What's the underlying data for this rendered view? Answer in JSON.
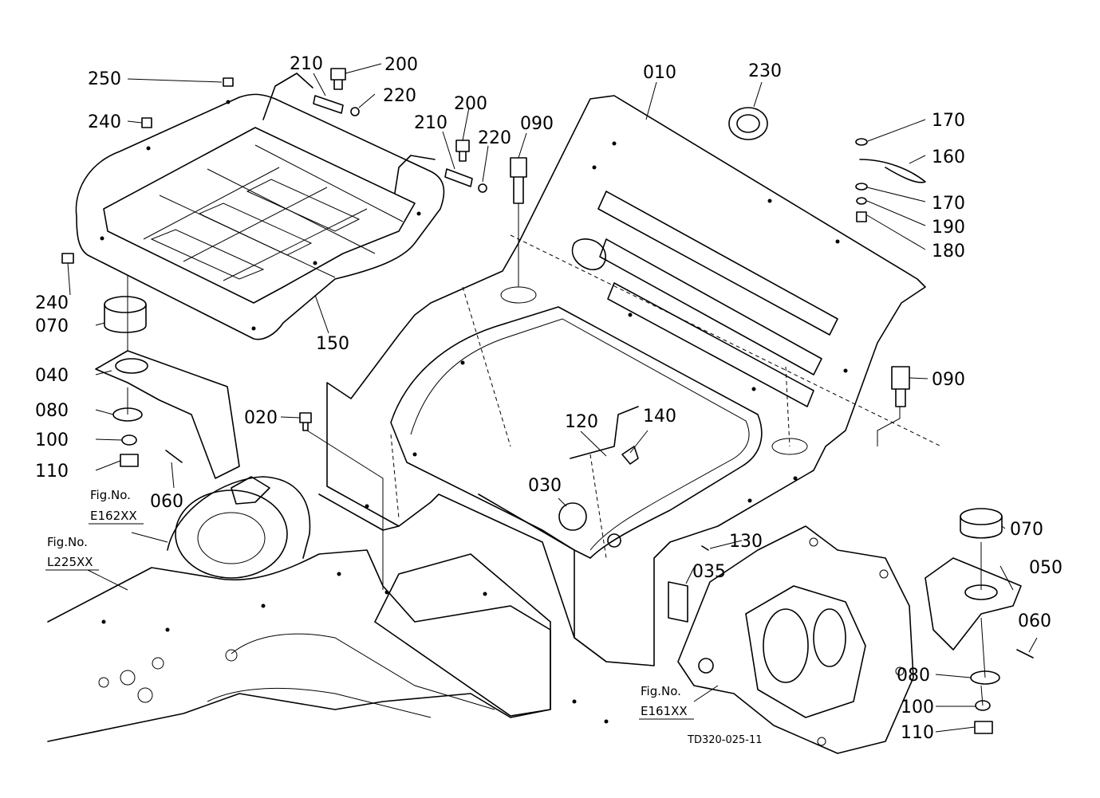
{
  "diagram": {
    "drawing_code": "TD320-025-11",
    "callouts": [
      "250",
      "210",
      "200",
      "220",
      "240",
      "200",
      "210",
      "220",
      "090",
      "010",
      "230",
      "170",
      "160",
      "170",
      "190",
      "180",
      "240",
      "070",
      "040",
      "080",
      "100",
      "110",
      "150",
      "060",
      "020",
      "120",
      "140",
      "030",
      "090",
      "070",
      "130",
      "035",
      "050",
      "060",
      "080",
      "100",
      "110"
    ],
    "figure_refs": [
      {
        "label": "Fig.No.",
        "code": "E162XX"
      },
      {
        "label": "Fig.No.",
        "code": "L225XX"
      },
      {
        "label": "Fig.No.",
        "code": "E161XX"
      }
    ]
  }
}
